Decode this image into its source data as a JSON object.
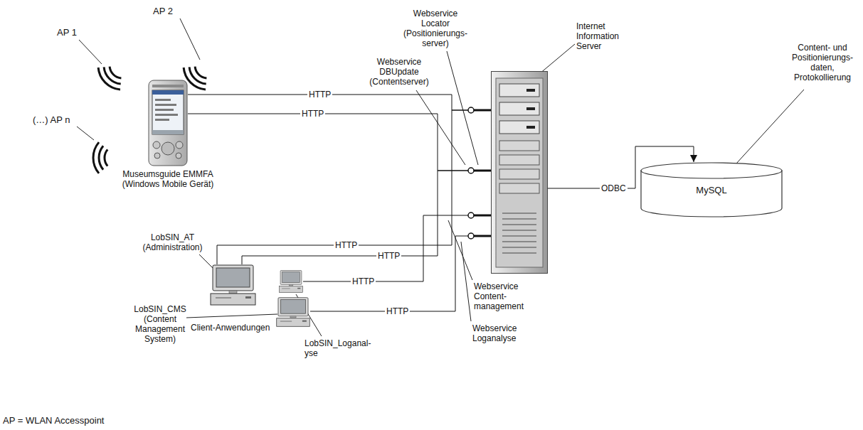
{
  "diagram": {
    "nodes": [
      {
        "text": [
          "Museumsguide EMMFA (Windows Mobile Gerät)"
        ]
      },
      {
        "text": [
          "LobSIN_AT (Administration)"
        ]
      },
      {
        "text": [
          "LobSIN_Loganal- yse"
        ]
      },
      {
        "text": [
          "LobSIN_CMS (Content Management System)"
        ]
      },
      {
        "text": [
          "Internet Information Server"
        ]
      },
      {
        "text": [
          "MySQL"
        ]
      }
    ],
    "edges": [
      {
        "from": 0,
        "to": 4,
        "arrow": "none",
        "label": "HTTP"
      },
      {
        "from": 0,
        "to": 4,
        "arrow": "none",
        "label": "HTTP"
      },
      {
        "from": 1,
        "to": 4,
        "arrow": "none",
        "label": "HTTP"
      },
      {
        "from": 1,
        "to": 4,
        "arrow": "none",
        "label": "HTTP"
      },
      {
        "from": 2,
        "to": 4,
        "arrow": "none",
        "label": "HTTP"
      },
      {
        "from": 3,
        "to": 4,
        "arrow": "none",
        "label": "HTTP"
      },
      {
        "from": 4,
        "to": 5,
        "arrow": "to",
        "label": "ODBC"
      }
    ],
    "labels": [
      "AP 1",
      "AP 2",
      "(…) AP n",
      "Webservice Locator (Positionierungs- server)",
      "Webservice DBUpdate (Contentserver)",
      "Webservice Content- management",
      "Webservice Loganalyse",
      "Client-Anwendungen",
      "Content- und Positionierungs- daten, Protokollierung",
      "AP = WLAN Accesspoint"
    ]
  }
}
